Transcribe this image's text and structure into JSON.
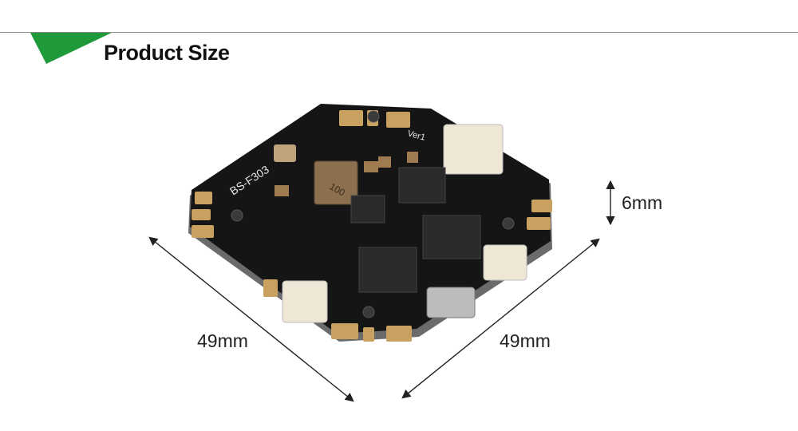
{
  "header": {
    "title": "Product Size",
    "accent_color": "#1f9a3b"
  },
  "dimensions": {
    "width_left": "49mm",
    "width_right": "49mm",
    "height": "6mm"
  },
  "board": {
    "silkscreen_model": "BS-F303",
    "silkscreen_version": "Ver1",
    "silkscreen_inductor": "100"
  },
  "colors": {
    "board": "#151515",
    "pad": "#c8a060",
    "rule": "#8a8a8a"
  }
}
